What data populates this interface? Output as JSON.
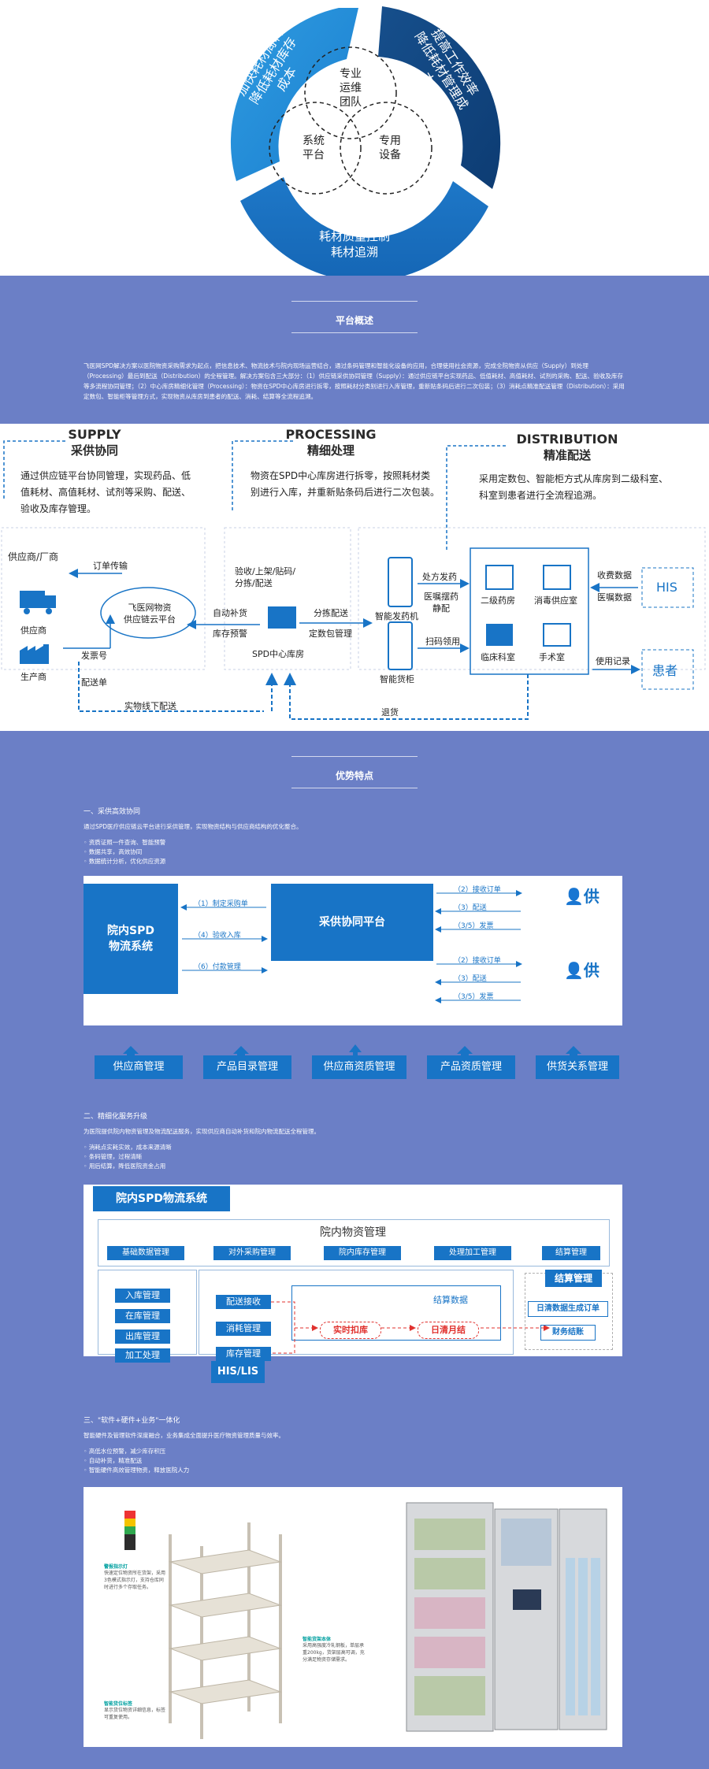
{
  "cycle": {
    "left_segment": [
      "加快耗材周转",
      "降低耗材库存成本"
    ],
    "right_segment": [
      "提高工作效率",
      "降低耗材管理成本"
    ],
    "bottom_segment": [
      "耗材质量控制",
      "耗材追溯"
    ],
    "circle_top": [
      "专业",
      "运维",
      "团队"
    ],
    "circle_left": [
      "系统",
      "平台"
    ],
    "circle_right": [
      "专用",
      "设备"
    ]
  },
  "overview": {
    "title": "平台概述",
    "paragraph": "飞医网SPD解决方案以医院物资采购需求为起点，把信息技术、物流技术与院内现场运营结合，通过条码管理和智能化设备的应用，合理使用社会资源，完成全院物资从供应（Supply）到处理（Processing）最后到配送（Distribution）的全程管理。解决方案包含三大部分：（1）供应链采供协同管理（Supply）：通过供应链平台实现药品、低值耗材、高值耗材、试剂的采购、配送、验收及库存等多流程协同管理；（2）中心库房精细化管理（Processing）：物资在SPD中心库房进行拆零，按照耗材分类别进行入库管理，重新贴条码后进行二次包装；（3）消耗点精准配送管理（Distribution）：采用定数包、智能柜等管理方式，实现物资从库房到患者的配送、消耗、结算等全流程追溯。"
  },
  "flow": {
    "supply_en": "SUPPLY",
    "supply_cn": "采供协同",
    "supply_desc": "通过供应链平台协同管理，实现药品、低值耗材、高值耗材、试剂等采购、配送、验收及库存管理。",
    "processing_en": "PROCESSING",
    "processing_cn": "精细处理",
    "processing_desc": "物资在SPD中心库房进行拆零，按照耗材类别进行入库，并重新贴条码后进行二次包装。",
    "distribution_en": "DISTRIBUTION",
    "distribution_cn": "精准配送",
    "distribution_desc": "采用定数包、智能柜方式从库房到二级科室、科室到患者进行全流程追溯。",
    "supplier_factory": "供应商/厂商",
    "order_transfer": "订单传输",
    "supplier": "供应商",
    "manufacturer": "生产商",
    "invoice": "发票号",
    "delivery_note": "配送单",
    "cloud": [
      "飞医网物资",
      "供应链云平台"
    ],
    "auto_replenish": "自动补货",
    "stock_warning": "库存预警",
    "receive_steps": [
      "验收/上架/贴码/",
      "分拣/配送"
    ],
    "center_warehouse": "SPD中心库房",
    "sort_delivery": "分拣配送",
    "fixed_pack": "定数包管理",
    "dispatch_machine": "智能发药机",
    "smart_cabinet": "智能货柜",
    "prescription": "处方发药",
    "advice": [
      "医嘱摆药",
      "静配"
    ],
    "scan": "扫码领用",
    "pharmacy2": "二级药房",
    "disinfection": "消毒供应室",
    "clinical": "临床科室",
    "surgery": "手术室",
    "fee_data": "收费数据",
    "advice_data": "医嘱数据",
    "his": "HIS",
    "usage": "使用记录",
    "patient": "患者",
    "offline": "实物线下配送",
    "return": "退货"
  },
  "advantages": {
    "title": "优势特点",
    "s1_title": "一、采供高效协同",
    "s1_desc": "通过SPD医疗供应链云平台进行采供管理，实现物资结构与供应商结构的优化整合。",
    "s1_bullets": [
      "资质证照一件查询、智能预警",
      "数据共享，高效协同",
      "数据统计分析，优化供应资源"
    ],
    "s1_left_box": [
      "院内SPD",
      "物流系统"
    ],
    "s1_center_box": "采供协同平台",
    "s1_left_arrows": [
      "（1）制定采购单",
      "（4）验收入库",
      "（6）付款管理"
    ],
    "s1_right_arrows_top": [
      "（2）接收订单",
      "（3）配送",
      "（3/5）发票"
    ],
    "s1_right_arrows_bottom": [
      "（2）接收订单",
      "（3）配送",
      "（3/5）发票"
    ],
    "s1_supply_icon": "供",
    "s1_buttons": [
      "供应商管理",
      "产品目录管理",
      "供应商资质管理",
      "产品资质管理",
      "供货关系管理"
    ],
    "s2_title": "二、精细化服务升级",
    "s2_desc": "为医院提供院内物资管理及物流配送服务，实现供应商自动补货和院内物流配送全程管理。",
    "s2_bullets": [
      "消耗点实耗实效，成本来源清晰",
      "条码管理，过程清晰",
      "用后结算，降低医院资金占用"
    ],
    "s2_header": "院内SPD物流系统",
    "s2_mgmt_title": "院内物资管理",
    "s2_mgmt_items": [
      "基础数据管理",
      "对外采购管理",
      "院内库存管理",
      "处理加工管理",
      "结算管理"
    ],
    "s2_warehouse_title": "SPD库房管理",
    "s2_warehouse_items": [
      "入库管理",
      "在库管理",
      "出库管理",
      "加工处理"
    ],
    "s2_consume_title": "消耗点管理",
    "s2_consume_items": [
      "配送接收",
      "消耗管理",
      "库存管理"
    ],
    "s2_settle_data": "结算数据",
    "s2_realtime": "实时扣库",
    "s2_monthly": "日清月结",
    "s2_settle_title": "结算管理",
    "s2_settle_items": [
      "日清数据生成订单",
      "财务结账"
    ],
    "s2_his": "HIS/LIS",
    "s3_title": "三、\"软件+硬件+业务\"一体化",
    "s3_desc": "智能硬件及管理软件深度融合，业务集成全面提升医疗物资管理质量与效率。",
    "s3_bullets": [
      "高低水位预警，减少库存积压",
      "自动补货，精准配送",
      "智能硬件高效管理物资，释放医院人力"
    ],
    "s3_notes": [
      {
        "title": "警报指示灯",
        "text": "快速定位物资所在货架，采用3色模式指示灯，支持仓库同时进行多个存取任务。"
      },
      {
        "title": "智能货架本体",
        "text": "采用高强度冷轧钢板，单层承重200kg，货架层高可调，充分满足物资存储需求。"
      },
      {
        "title": "智能货位标签",
        "text": "显示货位物资详细信息，标签可重复使用。"
      }
    ]
  }
}
